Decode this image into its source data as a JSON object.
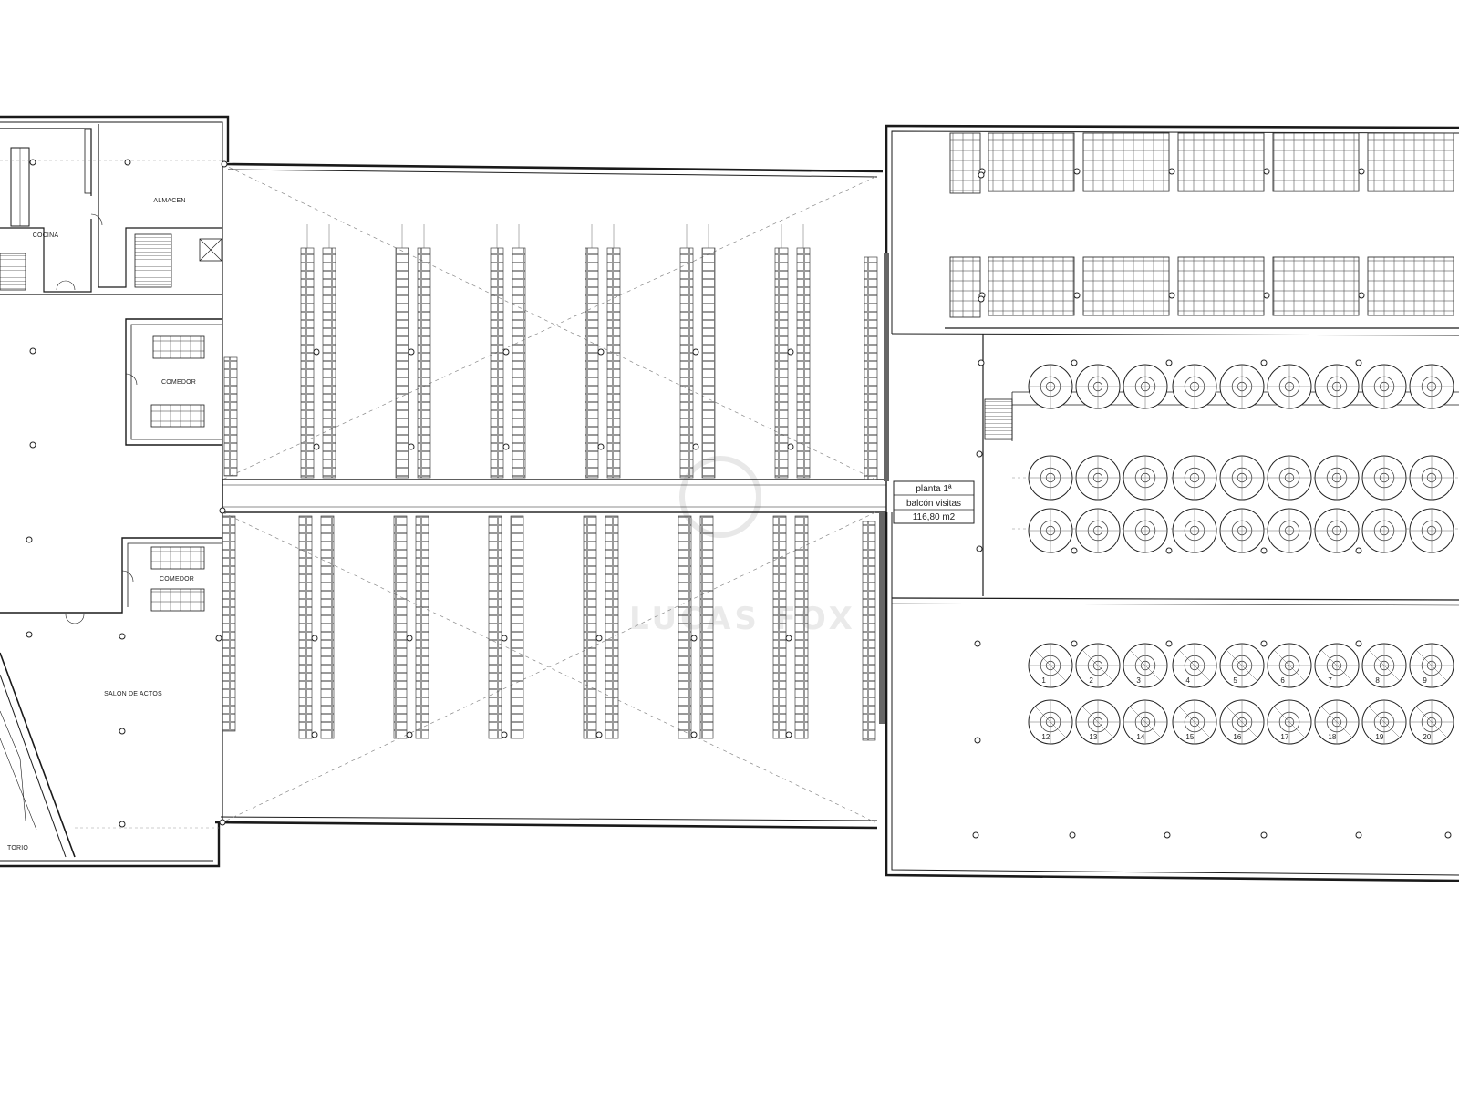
{
  "rooms": {
    "cocina": "COCINA",
    "almacen": "ALMACEN",
    "comedor_1": "COMEDOR",
    "comedor_2": "COMEDOR",
    "salon": "SALON DE ACTOS",
    "vestuario": "TORIO"
  },
  "balcony_note": {
    "floor": "planta 1ª",
    "name": "balcón visitas",
    "area": "116,80 m2"
  },
  "tank_numbers": {
    "row_1": [
      "1",
      "2",
      "3",
      "4",
      "5",
      "6",
      "7",
      "8",
      "9"
    ],
    "row_2": [
      "12",
      "13",
      "14",
      "15",
      "16",
      "17",
      "18",
      "19",
      "20"
    ]
  },
  "watermark": "LUCAS FOX",
  "colors": {
    "line": "#1a1a1a",
    "thin": "#555555",
    "dash": "#999999",
    "paper": "#ffffff"
  }
}
